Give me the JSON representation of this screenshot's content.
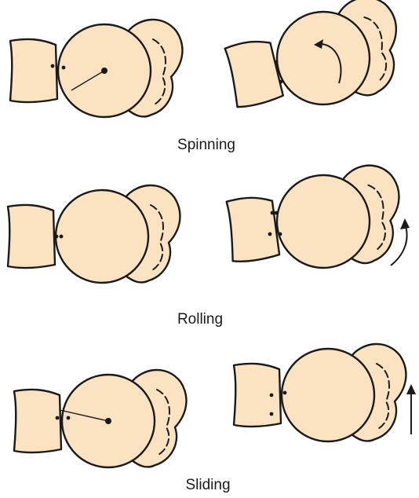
{
  "figure": {
    "panels": [
      {
        "id": "spinning",
        "caption": "Spinning",
        "motion": "rotation about axis"
      },
      {
        "id": "rolling",
        "caption": "Rolling",
        "motion": "ball rolls along socket"
      },
      {
        "id": "sliding",
        "caption": "Sliding",
        "motion": "translation along socket"
      }
    ],
    "colors": {
      "bone_fill": "#fbe3c2",
      "outline": "#1a1a1a",
      "background": "#ffffff"
    }
  }
}
